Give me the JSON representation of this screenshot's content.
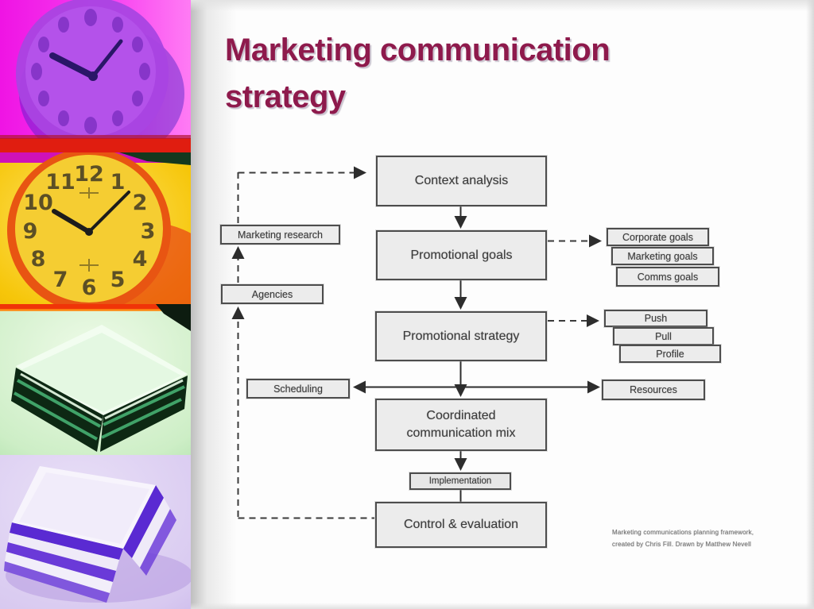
{
  "slide": {
    "title": "Marketing communication strategy"
  },
  "sidebar": {
    "photos": [
      {
        "name": "magenta-clock-photo",
        "description": "wall clock tinted magenta and purple"
      },
      {
        "name": "orange-clock-photo",
        "description": "wall clock tinted yellow and red, hands near 10:08"
      },
      {
        "name": "green-papers-photo",
        "description": "stack of folded papers tinted green"
      },
      {
        "name": "purple-papers-photo",
        "description": "stack of paper sheets tinted purple"
      }
    ]
  },
  "flowchart": {
    "nodes": {
      "context_analysis": "Context analysis",
      "promotional_goals": "Promotional goals",
      "promotional_strategy": "Promotional strategy",
      "coordinated_mix_l1": "Coordinated",
      "coordinated_mix_l2": "communication mix",
      "implementation": "Implementation",
      "control_evaluation": "Control & evaluation",
      "marketing_research": "Marketing research",
      "agencies": "Agencies",
      "scheduling": "Scheduling",
      "corporate_goals": "Corporate goals",
      "marketing_goals": "Marketing goals",
      "comms_goals": "Comms goals",
      "push": "Push",
      "pull": "Pull",
      "profile": "Profile",
      "resources": "Resources"
    },
    "caption": {
      "line1": "Marketing communications planning framework,",
      "line2": "created by Chris Fill. Drawn by Matthew Nevell"
    }
  },
  "colors": {
    "title": "#8e1a4c",
    "box_fill": "#ececec",
    "box_border": "#4d4d4d",
    "connector": "#2d2d2d"
  }
}
